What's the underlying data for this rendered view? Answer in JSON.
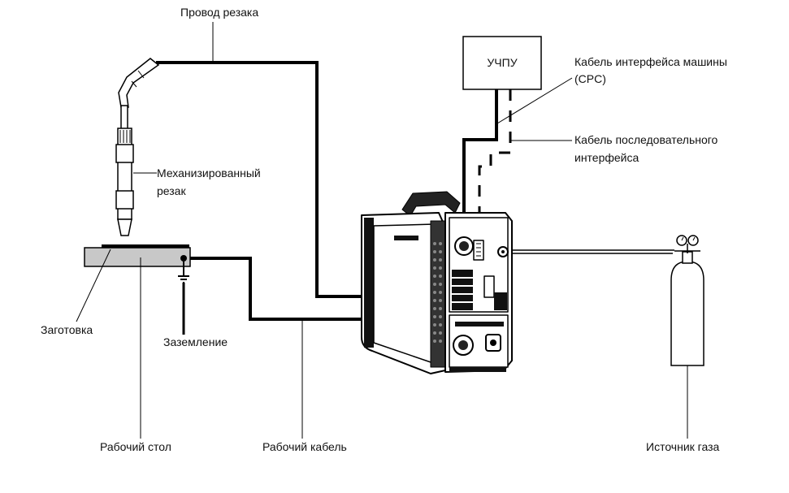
{
  "diagram": {
    "labels": {
      "torch_lead": "Провод резака",
      "machine_torch_line1": "Механизированный",
      "machine_torch_line2": "резак",
      "workpiece": "Заготовка",
      "ground": "Заземление",
      "work_table": "Рабочий стол",
      "work_cable": "Рабочий кабель",
      "cnc": "УЧПУ",
      "cpc_line1": "Кабель интерфейса машины",
      "cpc_line2": "(CPC)",
      "serial_line1": "Кабель последовательного",
      "serial_line2": "интерфейса",
      "gas_supply": "Источник газа"
    },
    "colors": {
      "line": "#000000",
      "table_fill": "#c8c8c8",
      "background": "#ffffff"
    }
  }
}
